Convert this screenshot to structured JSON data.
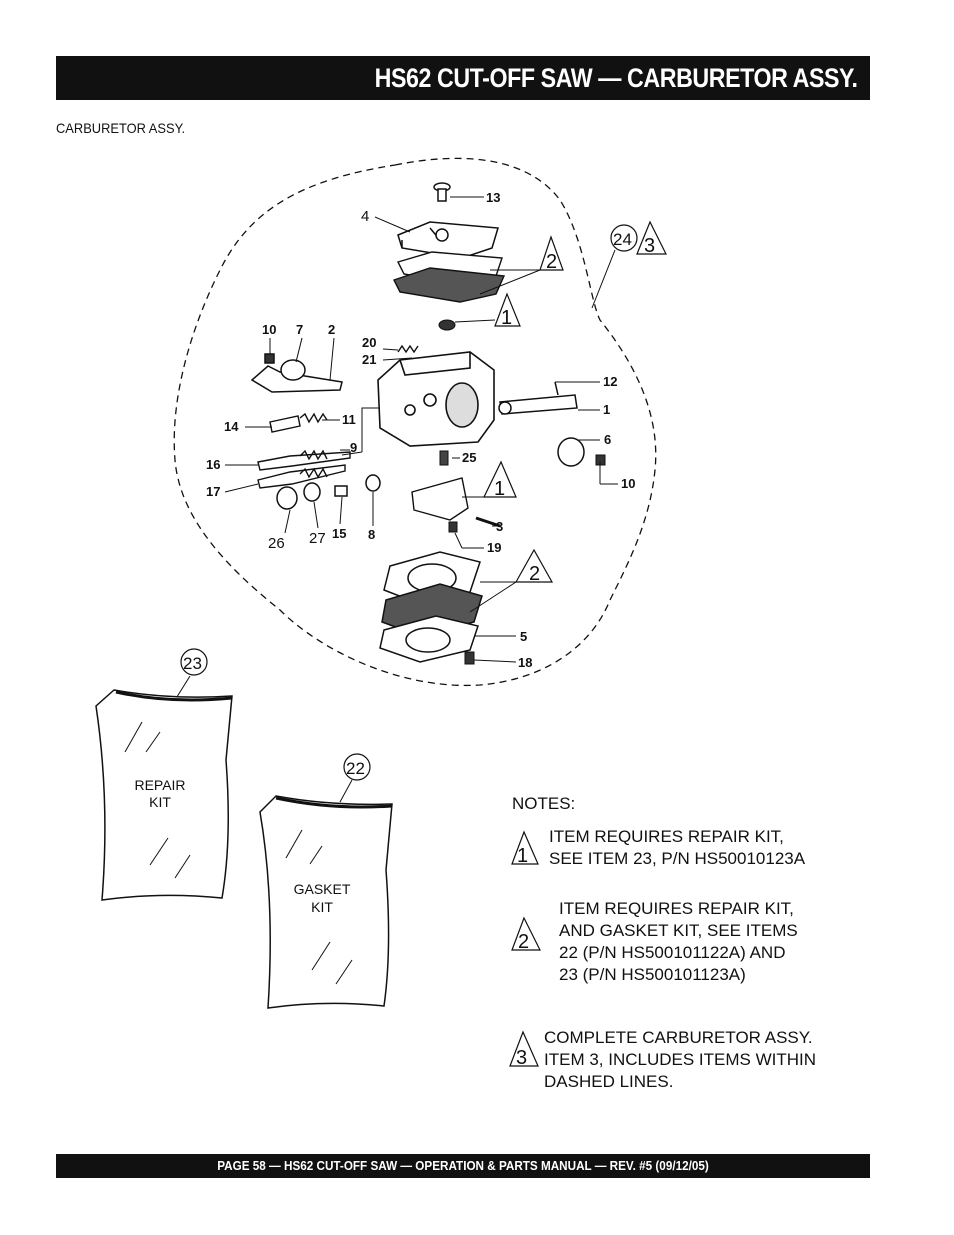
{
  "header": {
    "title": "HS62 CUT-OFF SAW  — CARBURETOR ASSY."
  },
  "subtitle": "CARBURETOR ASSY.",
  "diagram": {
    "part_labels": {
      "p13": "13",
      "p4": "4",
      "p10a": "10",
      "p7": "7",
      "p2": "2",
      "p20": "20",
      "p21": "21",
      "p12": "12",
      "p1": "1",
      "p14": "14",
      "p11": "11",
      "p9": "9",
      "p6": "6",
      "p16": "16",
      "p25": "25",
      "p10b": "10",
      "p17": "17",
      "p26": "26",
      "p27": "27",
      "p15": "15",
      "p8": "8",
      "p3": "3",
      "p19": "19",
      "p5": "5",
      "p18": "18"
    },
    "callouts": {
      "c24": "24",
      "c23": "23",
      "c22": "22"
    },
    "note_markers": {
      "t1a": "1",
      "t1b": "1",
      "t2a": "2",
      "t2b": "2",
      "t3": "3"
    },
    "repair_kit": {
      "line1": "REPAIR",
      "line2": "KIT"
    },
    "gasket_kit": {
      "line1": "GASKET",
      "line2": "KIT"
    }
  },
  "notes": {
    "heading": "NOTES:",
    "items": [
      {
        "marker": "1",
        "lines": [
          "ITEM REQUIRES REPAIR KIT,",
          "SEE ITEM 23, P/N HS50010123A"
        ]
      },
      {
        "marker": "2",
        "lines": [
          "ITEM REQUIRES REPAIR KIT,",
          "AND GASKET KIT, SEE ITEMS",
          "22 (P/N HS500101122A) AND",
          "23 (P/N HS500101123A)"
        ]
      },
      {
        "marker": "3",
        "lines": [
          "COMPLETE CARBURETOR ASSY.",
          "ITEM 3, INCLUDES ITEMS WITHIN",
          "DASHED LINES."
        ]
      }
    ]
  },
  "footer": {
    "text": "PAGE 58 — HS62 CUT-OFF SAW  — OPERATION & PARTS MANUAL — REV. #5 (09/12/05)"
  }
}
